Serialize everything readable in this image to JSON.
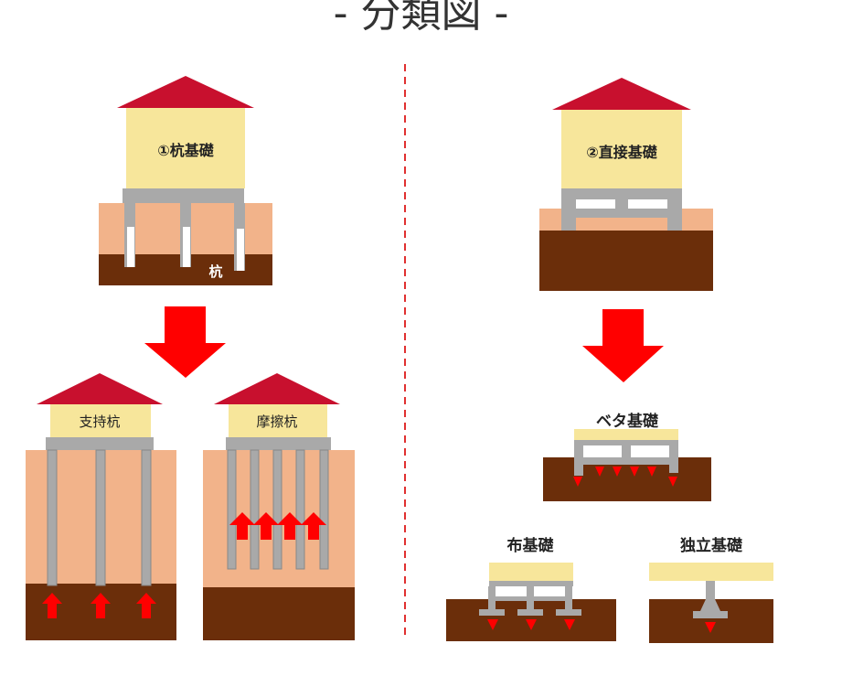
{
  "title": "- 分類図 -",
  "colors": {
    "roof": "#c8102e",
    "wall": "#f7e69b",
    "beam": "#a9a9a9",
    "upper_soil": "#f2b38a",
    "lower_soil": "#6b2e0a",
    "arrow": "#ff0000",
    "divider": "#e03030"
  },
  "pile_foundation": {
    "label": "①杭基礎",
    "pile_label": "杭",
    "types": {
      "end_bearing": "支持杭",
      "friction": "摩擦杭"
    }
  },
  "direct_foundation": {
    "label": "②直接基礎",
    "types": {
      "mat": "ベタ基礎",
      "strip": "布基礎",
      "isolated": "独立基礎"
    }
  }
}
